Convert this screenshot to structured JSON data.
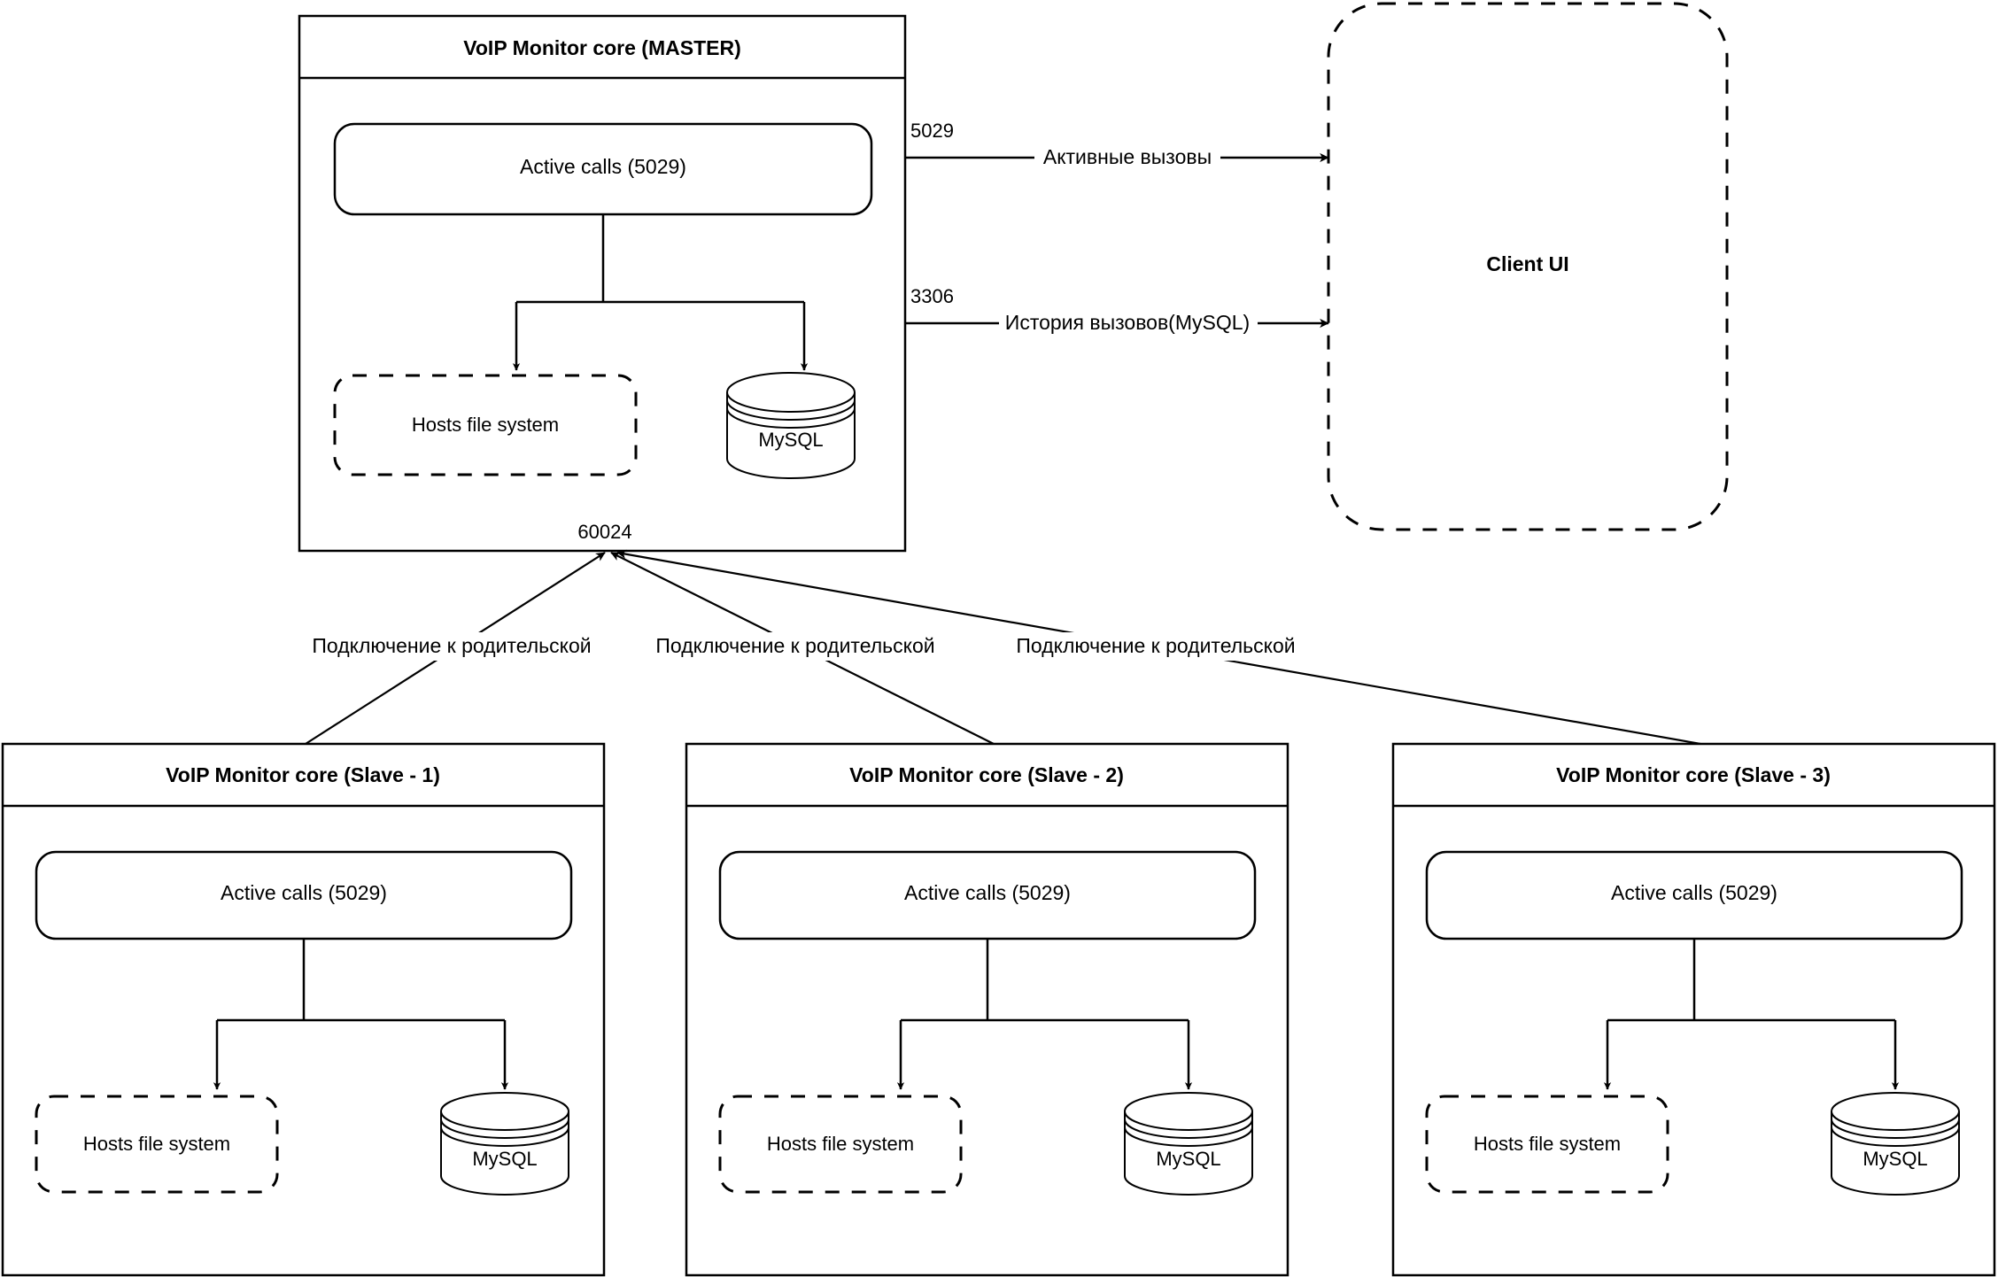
{
  "diagram": {
    "title_master": "VoIP Monitor core (MASTER)",
    "client_ui": "Client UI",
    "nodes": {
      "active_calls": "Active calls (5029)",
      "hosts_fs": "Hosts file system",
      "mysql": "MySQL"
    },
    "edges": {
      "active_calls_label": "Активные вызовы",
      "active_calls_port": "5029",
      "history_label": "История вызовов(MySQL)",
      "history_port": "3306",
      "parent_port": "60024",
      "parent_link_1": "Подключение к родительской",
      "parent_link_2": "Подключение к родительской",
      "parent_link_3": "Подключение к родительской"
    },
    "slaves": [
      {
        "title": "VoIP Monitor core (Slave - 1)",
        "active_calls": "Active calls (5029)",
        "hosts_fs": "Hosts file system",
        "mysql": "MySQL"
      },
      {
        "title": "VoIP Monitor core (Slave - 2)",
        "active_calls": "Active calls (5029)",
        "hosts_fs": "Hosts file system",
        "mysql": "MySQL"
      },
      {
        "title": "VoIP Monitor core (Slave - 3)",
        "active_calls": "Active calls (5029)",
        "hosts_fs": "Hosts file system",
        "mysql": "MySQL"
      }
    ],
    "colors": {
      "stroke": "#000000",
      "fill": "#ffffff"
    }
  }
}
